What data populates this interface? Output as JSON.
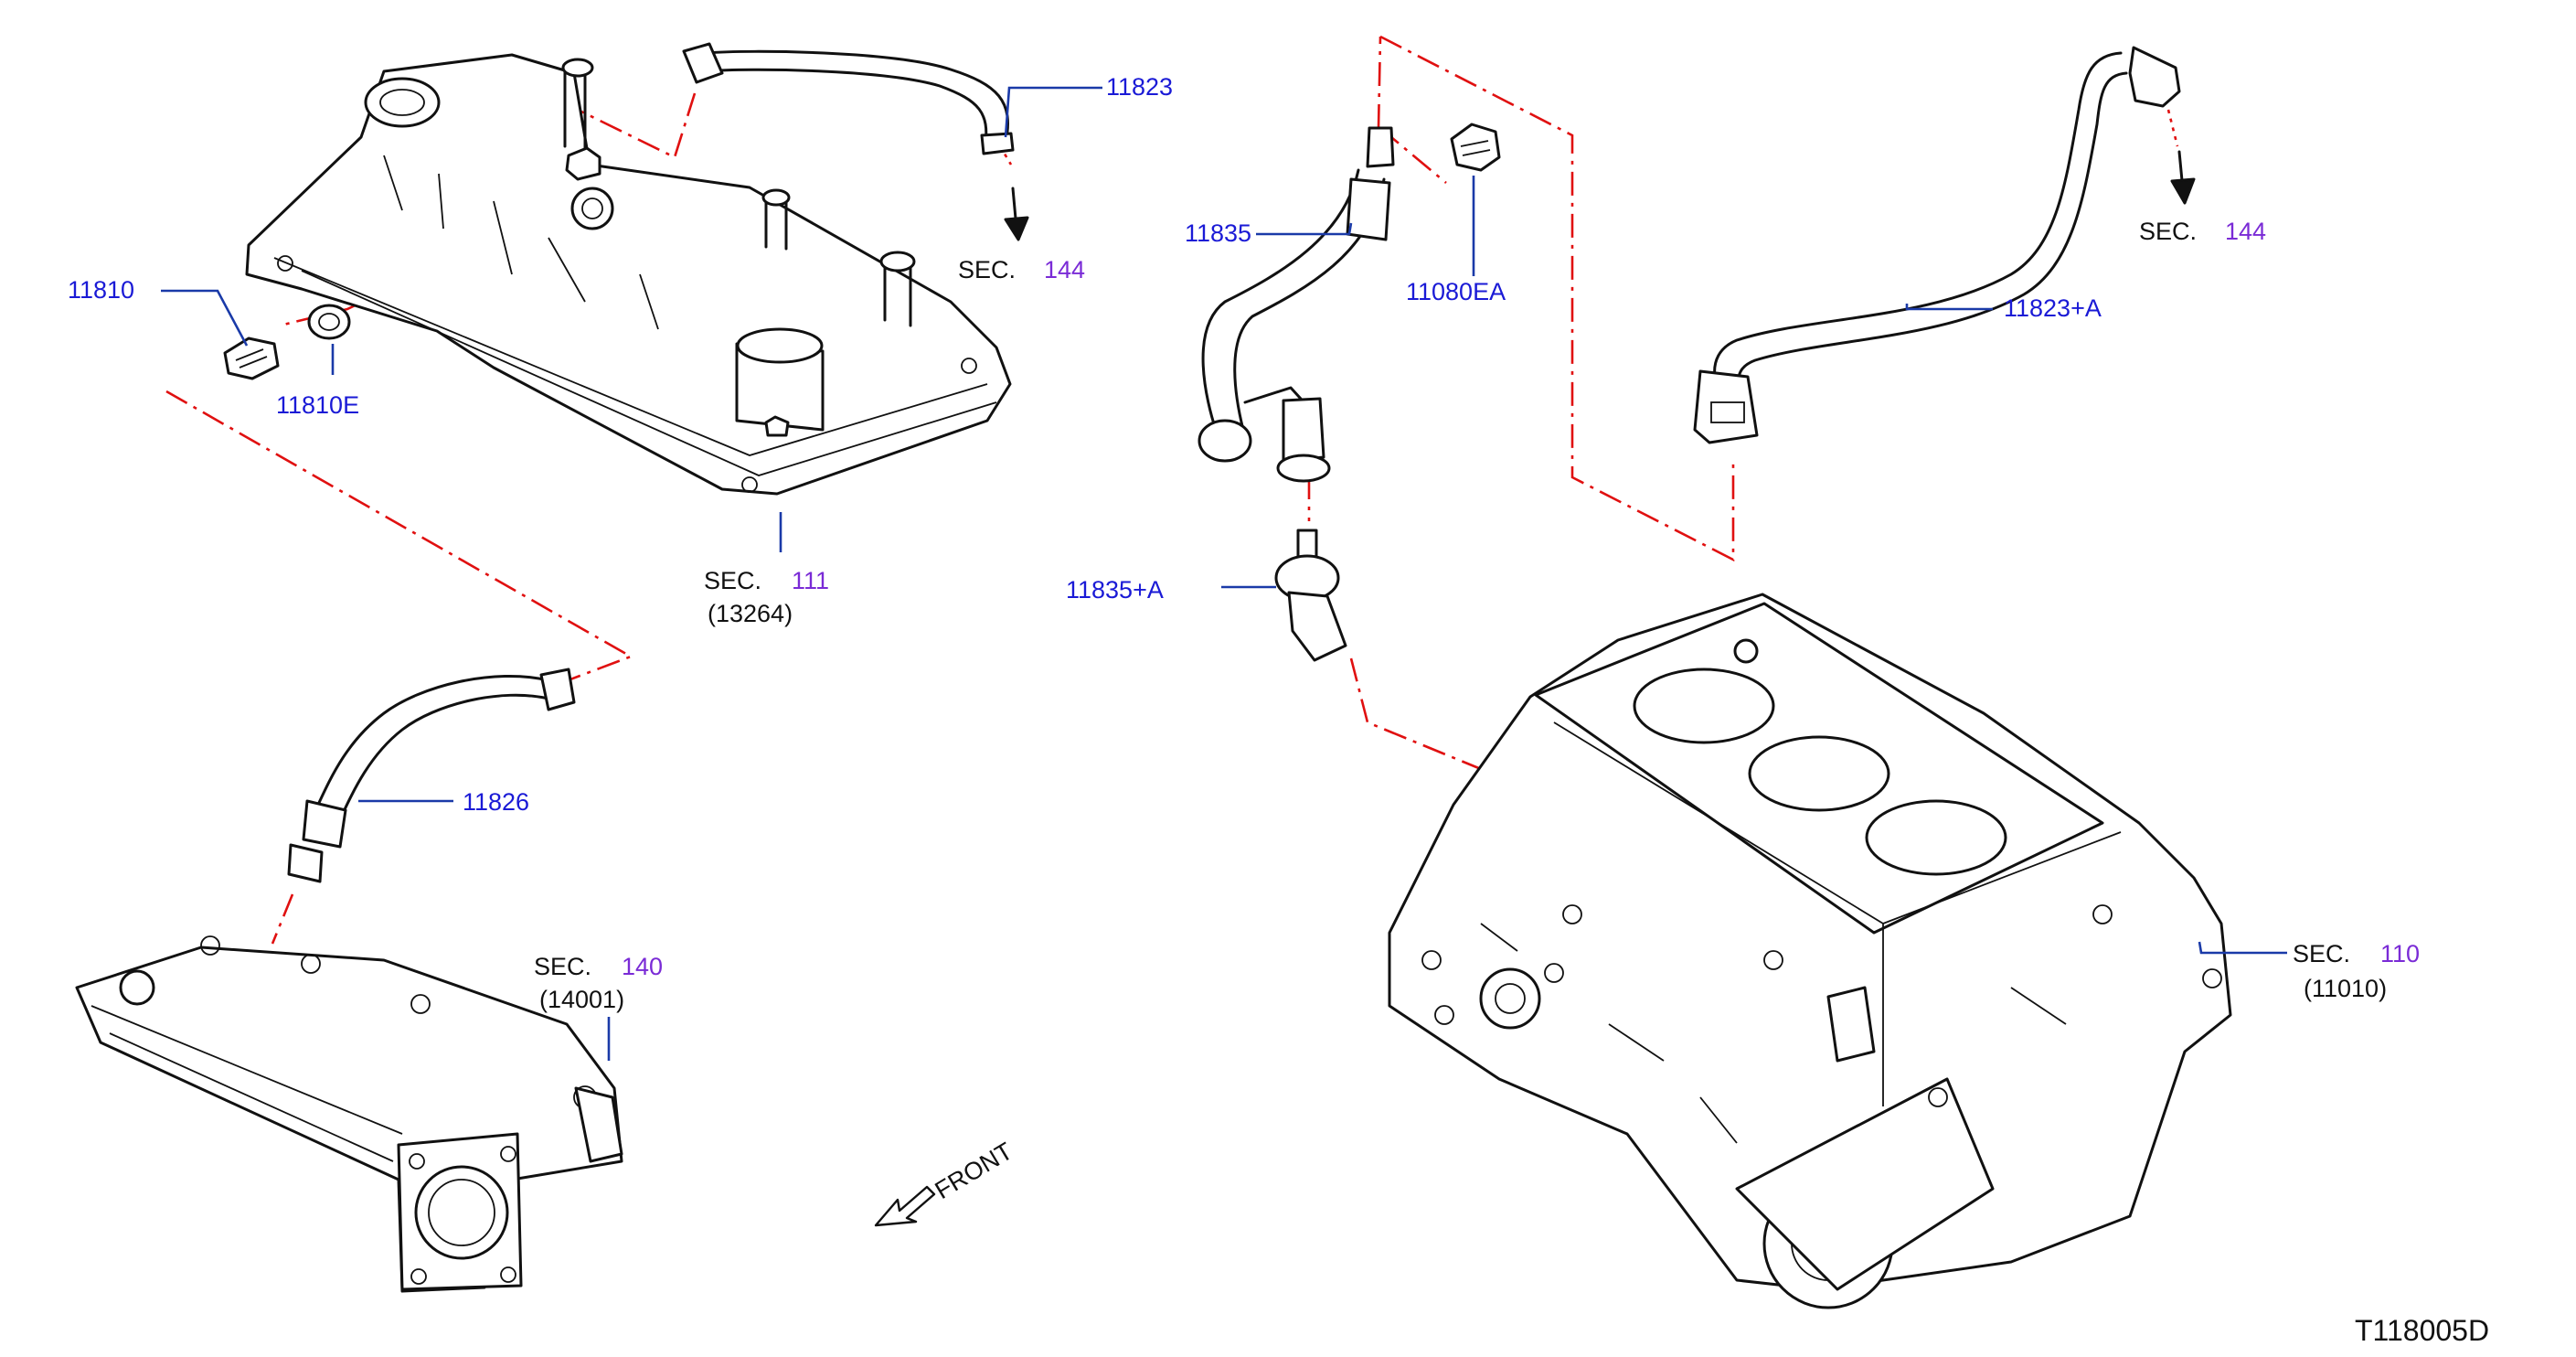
{
  "diagram": {
    "part_labels": {
      "p11823": "11823",
      "p11810": "11810",
      "p11810e": "11810E",
      "p11826": "11826",
      "p11835": "11835",
      "p11080ea": "11080EA",
      "p11835a": "11835+A",
      "p11823a": "11823+A"
    },
    "sections": {
      "sec144_left": {
        "prefix": "SEC.",
        "number": "144"
      },
      "sec111": {
        "prefix": "SEC.",
        "number": "111",
        "sub": "(13264)"
      },
      "sec140": {
        "prefix": "SEC.",
        "number": "140",
        "sub": "(14001)"
      },
      "sec144_right": {
        "prefix": "SEC.",
        "number": "144"
      },
      "sec110": {
        "prefix": "SEC.",
        "number": "110",
        "sub": "(11010)"
      }
    },
    "front_label": "FRONT",
    "diagram_code": "T118005D",
    "colors": {
      "part_number": "#1a1ad6",
      "section_number": "#7a2bd6",
      "leader_line": "#1a3aa8",
      "connection_line": "#e01010",
      "linework": "#111111"
    }
  }
}
